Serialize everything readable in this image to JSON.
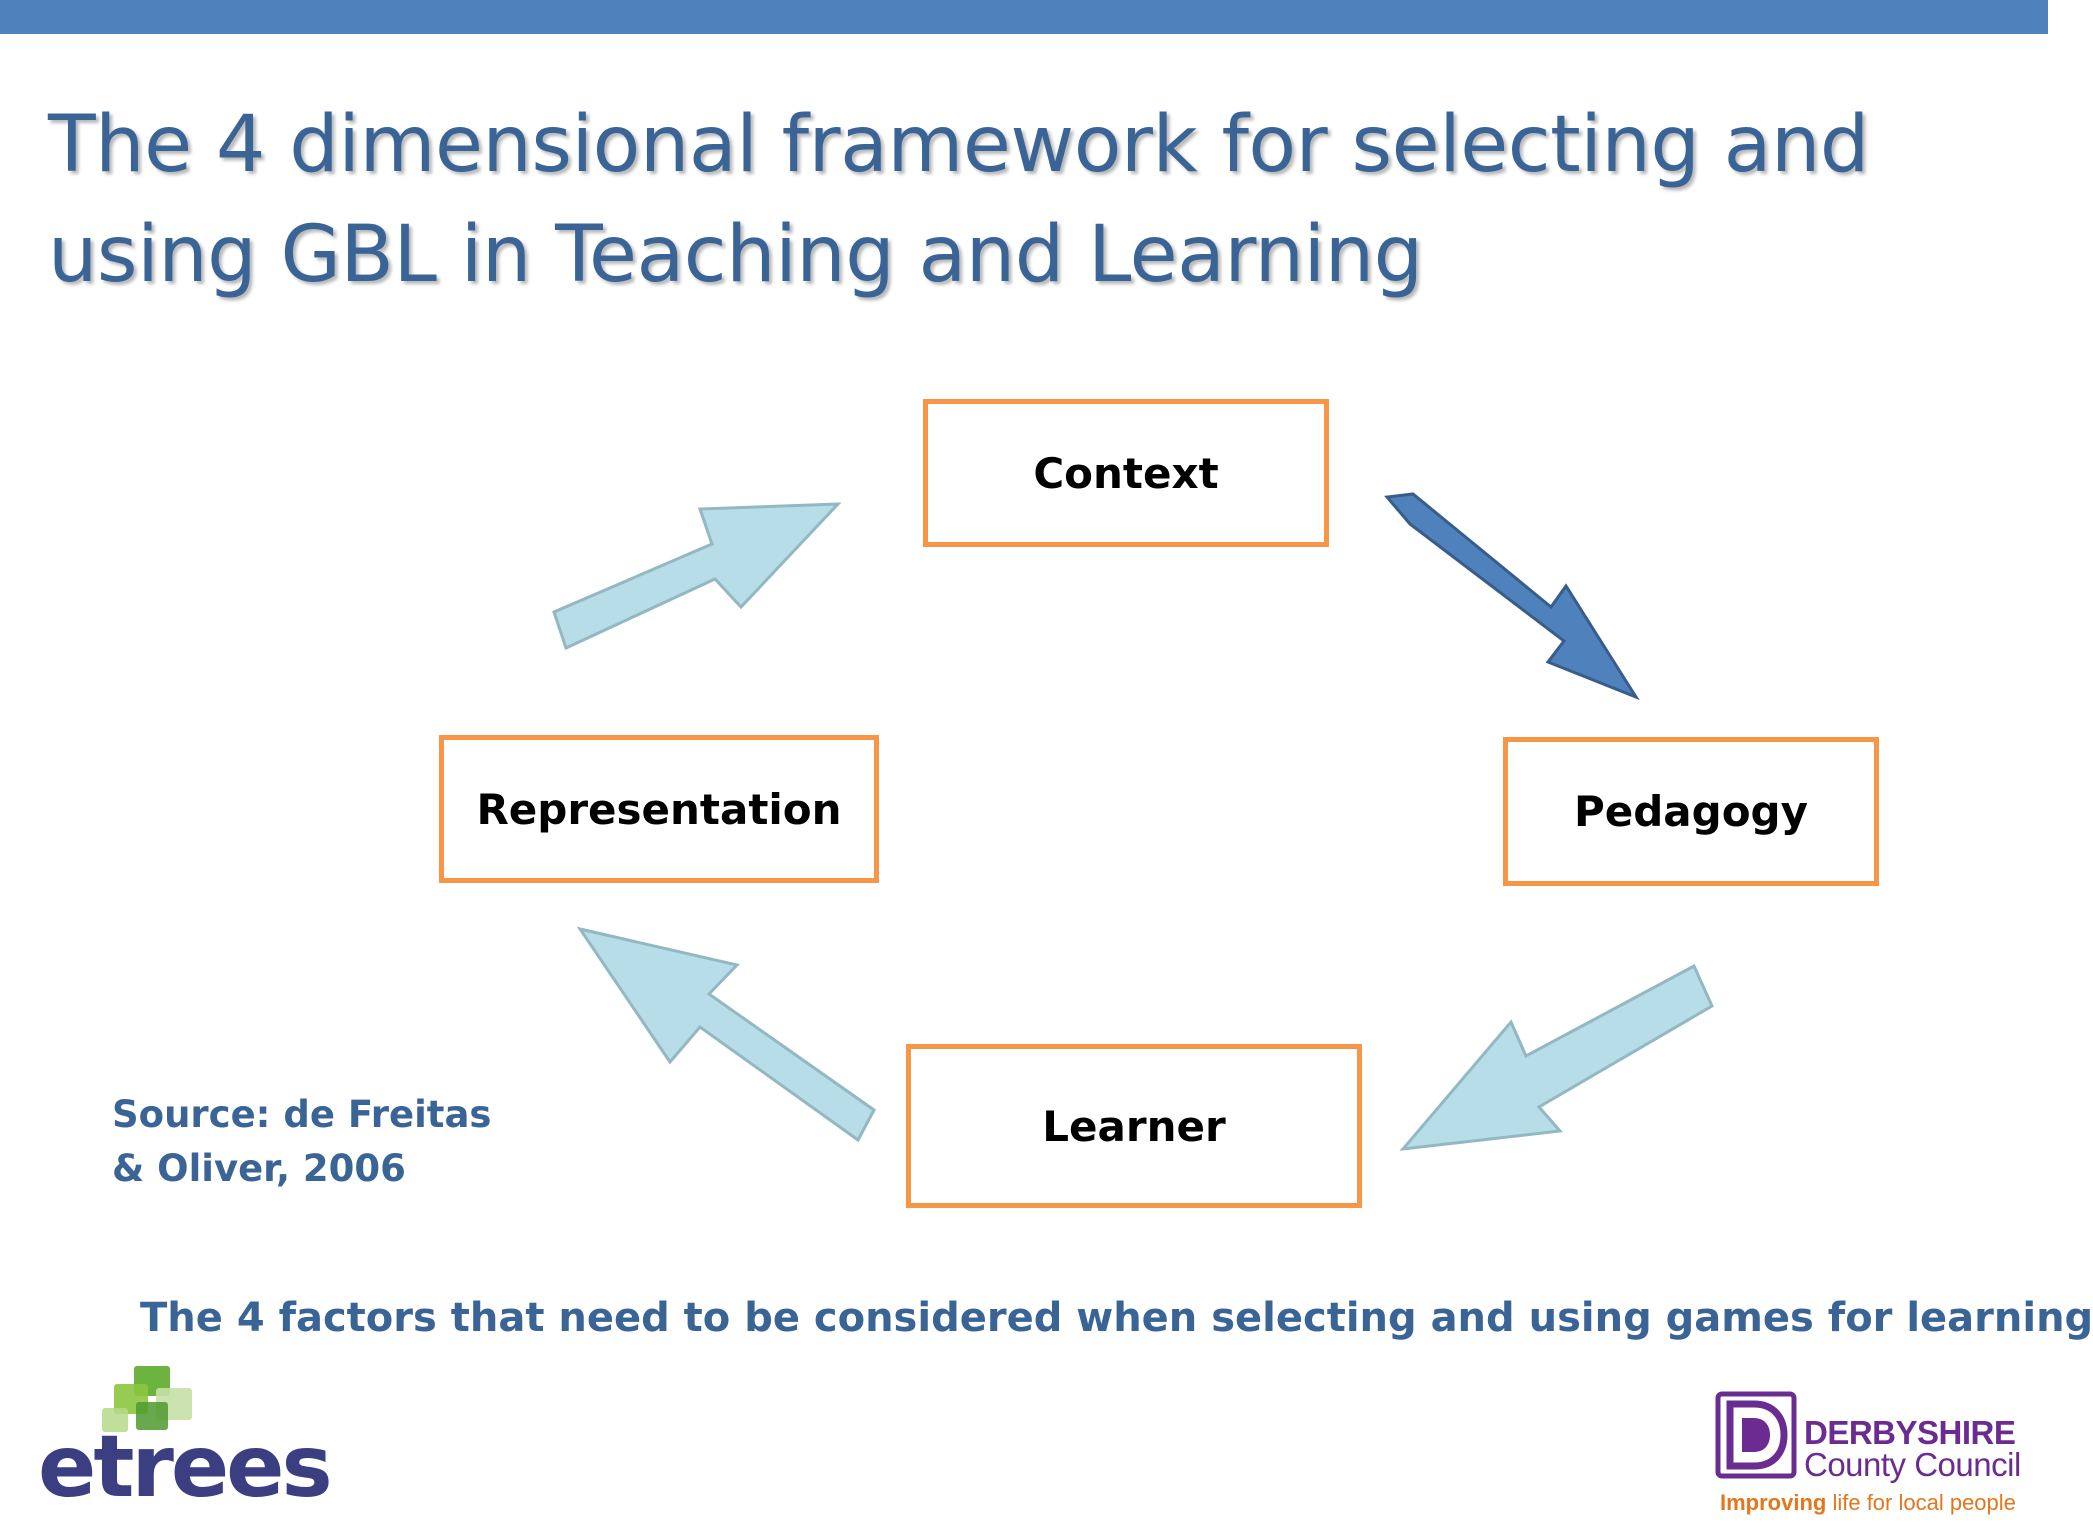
{
  "slide": {
    "title_line1": "The 4 dimensional framework for selecting and",
    "title_line2": "using GBL in Teaching and Learning",
    "caption": "The 4 factors that need to be considered when selecting and using games for learning",
    "source_line1": "Source: de Freitas",
    "source_line2": "& Oliver, 2006"
  },
  "diagram": {
    "nodes": {
      "context": "Context",
      "pedagogy": "Pedagogy",
      "learner": "Learner",
      "representation": "Representation"
    },
    "edges": [
      {
        "from": "Context",
        "to": "Pedagogy",
        "highlighted": true
      },
      {
        "from": "Pedagogy",
        "to": "Learner",
        "highlighted": false
      },
      {
        "from": "Learner",
        "to": "Representation",
        "highlighted": false
      },
      {
        "from": "Representation",
        "to": "Context",
        "highlighted": false
      }
    ]
  },
  "logos": {
    "etrees": "etrees",
    "derbyshire_name": "DERBYSHIRE",
    "derbyshire_sub": "County Council",
    "derbyshire_tagline_bold": "Improving",
    "derbyshire_tagline_rest": " life for local people"
  },
  "colors": {
    "top_bar": "#4f81bd",
    "title": "#3a6496",
    "box_border": "#f79646",
    "arrow_highlight_fill": "#4f81bd",
    "arrow_highlight_stroke": "#385d8a",
    "arrow_fill": "#b7dde8",
    "arrow_stroke": "#93b8c2",
    "etrees_text": "#3b3f82",
    "derbyshire_purple": "#6a2c91",
    "derbyshire_orange": "#e4761b"
  }
}
